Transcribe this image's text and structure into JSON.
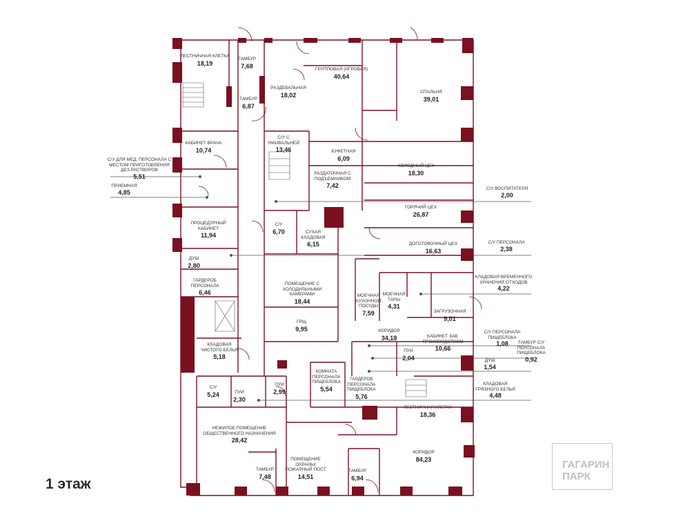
{
  "floor_label": "1 этаж",
  "logo": {
    "line1": "ГАГАРИН",
    "line2": "ПАРК"
  },
  "colors": {
    "wall": "#7a1020",
    "line": "#555555",
    "text": "#333333"
  },
  "rooms": [
    {
      "id": "stair1",
      "name": "Лестничная клетка",
      "area": "18,19"
    },
    {
      "id": "tambur1",
      "name": "Тамбур",
      "area": "7,68"
    },
    {
      "id": "razdev",
      "name": "Раздевальная",
      "area": "18,02"
    },
    {
      "id": "tambur2",
      "name": "Тамбур",
      "area": "6,87"
    },
    {
      "id": "group",
      "name": "Групповая (игровая)",
      "area": "40,64"
    },
    {
      "id": "spalnya",
      "name": "Спальня",
      "area": "39,01"
    },
    {
      "id": "kab_vrach",
      "name": "Кабинет врача",
      "area": "10,74"
    },
    {
      "id": "su_umyv",
      "name": "С/У с умывальней",
      "area": "13,46"
    },
    {
      "id": "bufet",
      "name": "Буфетная",
      "area": "6,09"
    },
    {
      "id": "razdat",
      "name": "Раздаточная с подъемником",
      "area": "7,42"
    },
    {
      "id": "holod",
      "name": "Холодный цех",
      "area": "18,30"
    },
    {
      "id": "goryach",
      "name": "Горячий цех",
      "area": "26,87"
    },
    {
      "id": "dogotov",
      "name": "Доготовочный цех",
      "area": "16,63"
    },
    {
      "id": "proced",
      "name": "Процедурный кабинет",
      "area": "11,94"
    },
    {
      "id": "su670",
      "name": "С/У",
      "area": "6,70"
    },
    {
      "id": "suhaya",
      "name": "Сухая кладовая",
      "area": "6,15"
    },
    {
      "id": "dush1",
      "name": "Душ",
      "area": "2,80"
    },
    {
      "id": "garderob1",
      "name": "Гардероб персонала",
      "area": "6,46"
    },
    {
      "id": "holod_kam",
      "name": "Помещение с холодильными камерами",
      "area": "18,44"
    },
    {
      "id": "moech_kuh",
      "name": "Моечная кухонной посуды",
      "area": "7,59"
    },
    {
      "id": "moech_tary",
      "name": "Моечная тары",
      "area": "4,31"
    },
    {
      "id": "zagruz",
      "name": "Загрузочная",
      "area": "9,01"
    },
    {
      "id": "grsh",
      "name": "ГРЩ",
      "area": "9,95"
    },
    {
      "id": "koridor1",
      "name": "Коридор",
      "area": "34,18"
    },
    {
      "id": "kab_zav",
      "name": "Кабинет зав. производством",
      "area": "10,66"
    },
    {
      "id": "kladov_bel",
      "name": "Кладовая чистого белья",
      "area": "5,18"
    },
    {
      "id": "pui204",
      "name": "ПУИ",
      "area": "2,04"
    },
    {
      "id": "komnata",
      "name": "Комната персонала пищеблока",
      "area": "5,54"
    },
    {
      "id": "garderob2",
      "name": "Гардероб персонала пищеблока",
      "area": "5,76"
    },
    {
      "id": "su524",
      "name": "С/У",
      "area": "5,24"
    },
    {
      "id": "pui230",
      "name": "ПУИ",
      "area": "2,30"
    },
    {
      "id": "pui299",
      "name": "ПУИ",
      "area": "2,99"
    },
    {
      "id": "stair2",
      "name": "Лестничная клетка",
      "area": "18,36"
    },
    {
      "id": "nezhil",
      "name": "Нежилое помещение общественного назначения",
      "area": "28,42"
    },
    {
      "id": "ohrana",
      "name": "Помещение охраны/ пожарный пост",
      "area": "14,51"
    },
    {
      "id": "koridor2",
      "name": "Коридор",
      "area": "84,23"
    },
    {
      "id": "tambur3",
      "name": "Тамбур",
      "area": "7,48"
    },
    {
      "id": "tambur4",
      "name": "Тамбур",
      "area": "6,94"
    }
  ],
  "side_labels": [
    {
      "id": "su_med",
      "name": "С/У для мед. персонала с местом приготовления дез.растворов",
      "area": "5,51"
    },
    {
      "id": "priemnaya",
      "name": "Приемная",
      "area": "4,85"
    },
    {
      "id": "su_vosp",
      "name": "С/У воспитателя",
      "area": "2,00"
    },
    {
      "id": "su_pers",
      "name": "С/У персонала",
      "area": "2,38"
    },
    {
      "id": "kladov_otx",
      "name": "Кладовая временного хранения отходов",
      "area": "4,22"
    },
    {
      "id": "su_pish",
      "name": "С/У персонала пищеблока",
      "area": "1,08"
    },
    {
      "id": "tambur_su",
      "name": "Тамбур С/У персонала пищеблока",
      "area": "0,92"
    },
    {
      "id": "dush2",
      "name": "Душ",
      "area": "1,54"
    },
    {
      "id": "kladov_gryaz",
      "name": "Кладовая грязного белья",
      "area": "4,48"
    }
  ]
}
